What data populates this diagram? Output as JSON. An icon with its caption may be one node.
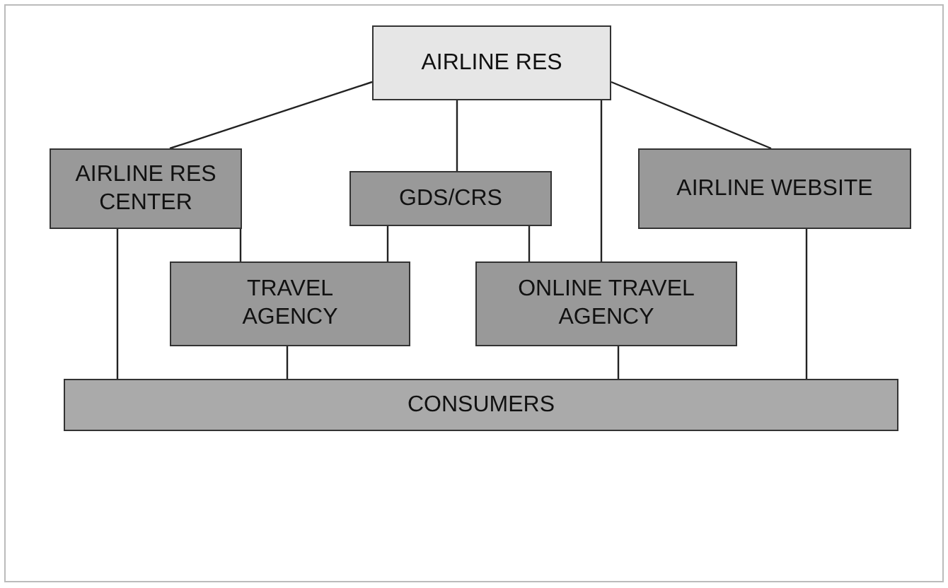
{
  "diagram": {
    "nodes": [
      {
        "text": [
          "AIRLINE RES"
        ]
      },
      {
        "text": [
          "AIRLINE RES CENTER"
        ]
      },
      {
        "text": [
          "GDS/CRS"
        ]
      },
      {
        "text": [
          "AIRLINE WEBSITE"
        ]
      },
      {
        "text": [
          "TRAVEL AGENCY"
        ]
      },
      {
        "text": [
          "ONLINE TRAVEL AGENCY"
        ]
      },
      {
        "text": [
          "CONSUMERS"
        ]
      }
    ],
    "edges": [
      {
        "from": 0,
        "to": 1,
        "arrow": "none"
      },
      {
        "from": 0,
        "to": 2,
        "arrow": "none"
      },
      {
        "from": 0,
        "to": 5,
        "arrow": "none"
      },
      {
        "from": 0,
        "to": 3,
        "arrow": "none"
      },
      {
        "from": 1,
        "to": 4,
        "arrow": "none"
      },
      {
        "from": 2,
        "to": 4,
        "arrow": "none"
      },
      {
        "from": 2,
        "to": 5,
        "arrow": "none"
      },
      {
        "from": 1,
        "to": 6,
        "arrow": "none"
      },
      {
        "from": 4,
        "to": 6,
        "arrow": "none"
      },
      {
        "from": 5,
        "to": 6,
        "arrow": "none"
      },
      {
        "from": 3,
        "to": 6,
        "arrow": "none"
      }
    ]
  }
}
